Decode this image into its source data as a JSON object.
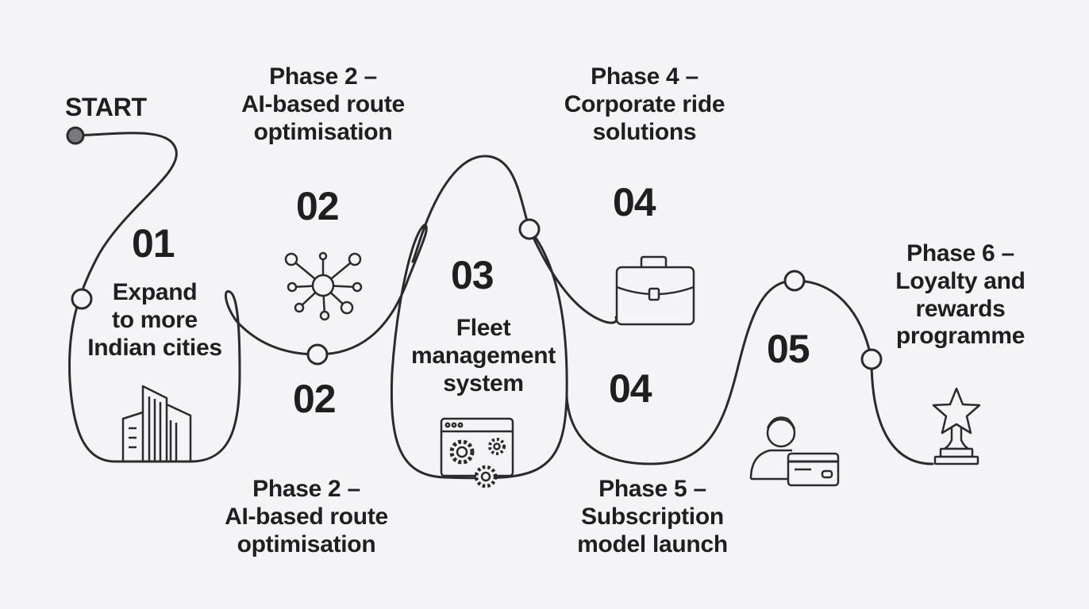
{
  "start_label": "START",
  "colors": {
    "background": "#f4f4f7",
    "line": "#2b2b2b",
    "text": "#1f1f1f",
    "marker_fill": "#f4f4f7",
    "start_dot": "#7a7a7e"
  },
  "steps": [
    {
      "number": "01",
      "label_lines": [
        "Expand",
        "to more",
        "Indian cities"
      ],
      "icon": "city-buildings-icon"
    },
    {
      "number": "02",
      "label_lines": [
        "Phase 2  –",
        "AI-based route",
        "optimisation"
      ],
      "icon": "network-nodes-icon"
    },
    {
      "number": "02",
      "label_lines": [
        "Phase 2 –",
        "AI-based route",
        "optimisation"
      ]
    },
    {
      "number": "03",
      "label_lines": [
        "Fleet",
        "management",
        "system"
      ],
      "icon": "gears-window-icon"
    },
    {
      "number": "04",
      "label_lines": [
        "Phase 4 –",
        "Corporate ride",
        "solutions"
      ],
      "icon": "briefcase-icon"
    },
    {
      "number": "04",
      "label_lines": [
        "Phase 5 –",
        "Subscription",
        "model launch"
      ]
    },
    {
      "number": "05",
      "icon": "user-card-icon"
    },
    {
      "label_lines": [
        "Phase 6 –",
        "Loyalty and",
        "rewards",
        "programme"
      ],
      "icon": "trophy-star-icon"
    }
  ]
}
